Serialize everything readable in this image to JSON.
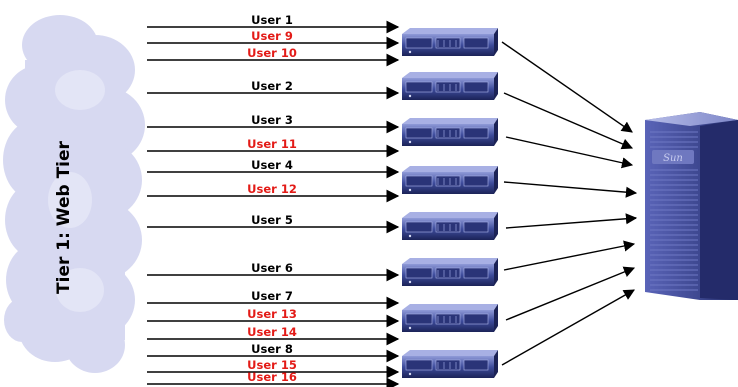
{
  "tier_label": "Tier 1: Web Tier",
  "colors": {
    "user_normal": "#000000",
    "user_highlight": "#e31b17",
    "cloud": "#d6d8f0",
    "server_body": "#4a5aa8",
    "server_dark": "#1f2760",
    "server_light": "#9aa6e0",
    "arrow": "#000000"
  },
  "users": [
    {
      "label": "User 1",
      "highlight": false
    },
    {
      "label": "User 9",
      "highlight": true
    },
    {
      "label": "User 10",
      "highlight": true
    },
    {
      "label": "User 2",
      "highlight": false
    },
    {
      "label": "User 3",
      "highlight": false
    },
    {
      "label": "User 11",
      "highlight": true
    },
    {
      "label": "User 4",
      "highlight": false
    },
    {
      "label": "User 12",
      "highlight": true
    },
    {
      "label": "User 5",
      "highlight": false
    },
    {
      "label": "User 6",
      "highlight": false
    },
    {
      "label": "User 7",
      "highlight": false
    },
    {
      "label": "User 13",
      "highlight": true
    },
    {
      "label": "User 14",
      "highlight": true
    },
    {
      "label": "User 8",
      "highlight": false
    },
    {
      "label": "User 15",
      "highlight": true
    },
    {
      "label": "User 16",
      "highlight": true
    }
  ],
  "web_servers_count": 8,
  "backend_server": {
    "brand": "Sun",
    "icon": "backend-server-icon"
  },
  "web_server_icon": "rack-server-icon",
  "cloud_icon": "cloud-icon"
}
